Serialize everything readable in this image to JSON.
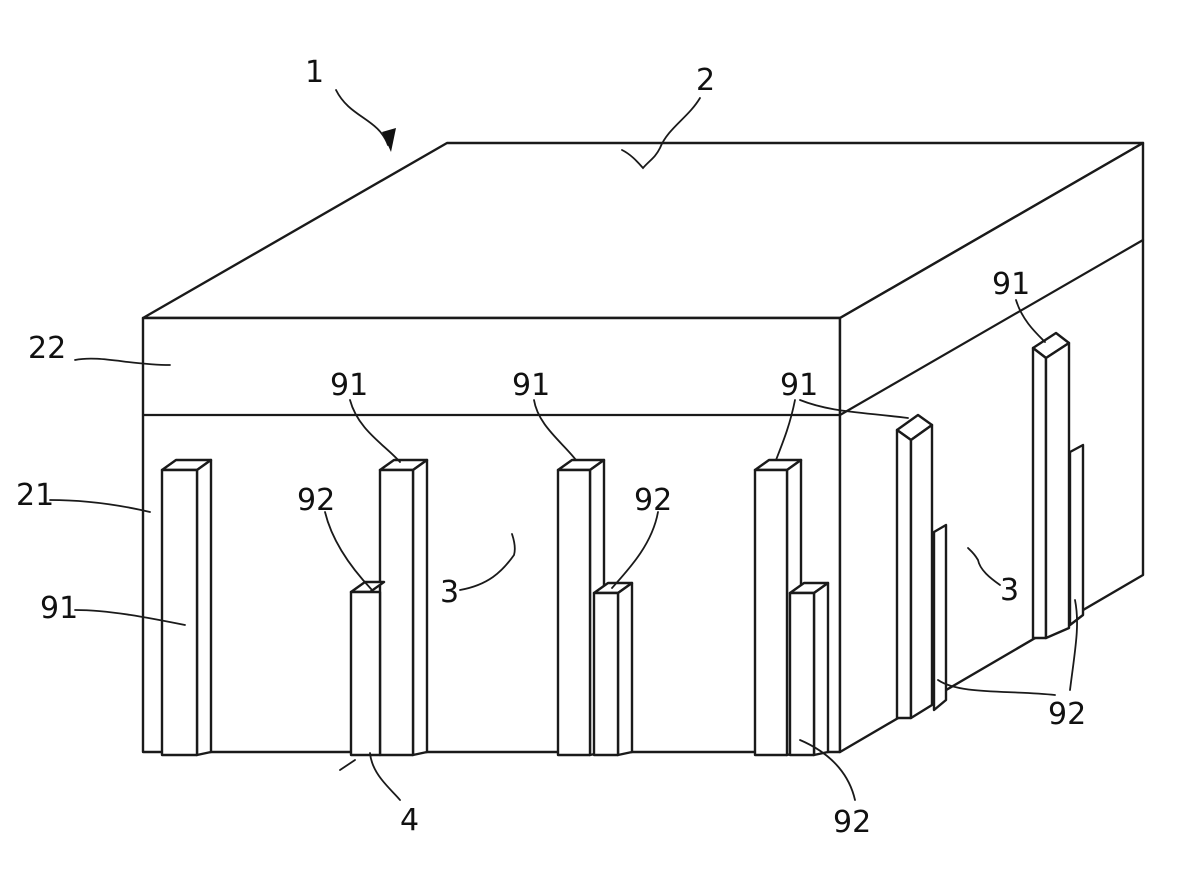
{
  "figure": {
    "reference_labels": {
      "device": "1",
      "top_face": "2",
      "lower_side_part": "21",
      "upper_side_band": "22",
      "side_surface_front": "3",
      "side_surface_right": "3",
      "bottom_edge": "4",
      "tall_rib_front_left": "91",
      "tall_rib_front_2": "91",
      "tall_rib_front_3": "91",
      "tall_rib_front_4": "91",
      "tall_rib_right_1": "91",
      "tall_rib_right_2": "91",
      "short_rib_front_1": "92",
      "short_rib_front_3": "92",
      "short_rib_front_4": "92",
      "short_ribs_right": "92"
    }
  }
}
